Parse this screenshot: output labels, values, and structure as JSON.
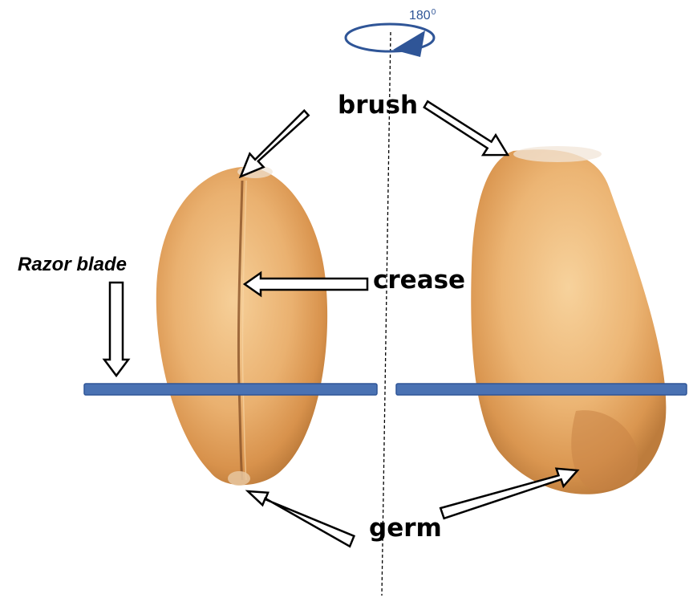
{
  "rotation": {
    "value": "180",
    "unit": "0"
  },
  "labels": {
    "brush": "brush",
    "crease": "crease",
    "razor_blade": "Razor blade",
    "germ": "germ"
  },
  "colors": {
    "grain_light": "#f4c58a",
    "grain_mid": "#dd9d57",
    "grain_dark": "#a86a34",
    "blade": "#4a72b3",
    "blade_border": "#2f5597",
    "rotation_arrow": "#2f5597",
    "arrow_fill": "#ffffff",
    "arrow_stroke": "#000000"
  }
}
